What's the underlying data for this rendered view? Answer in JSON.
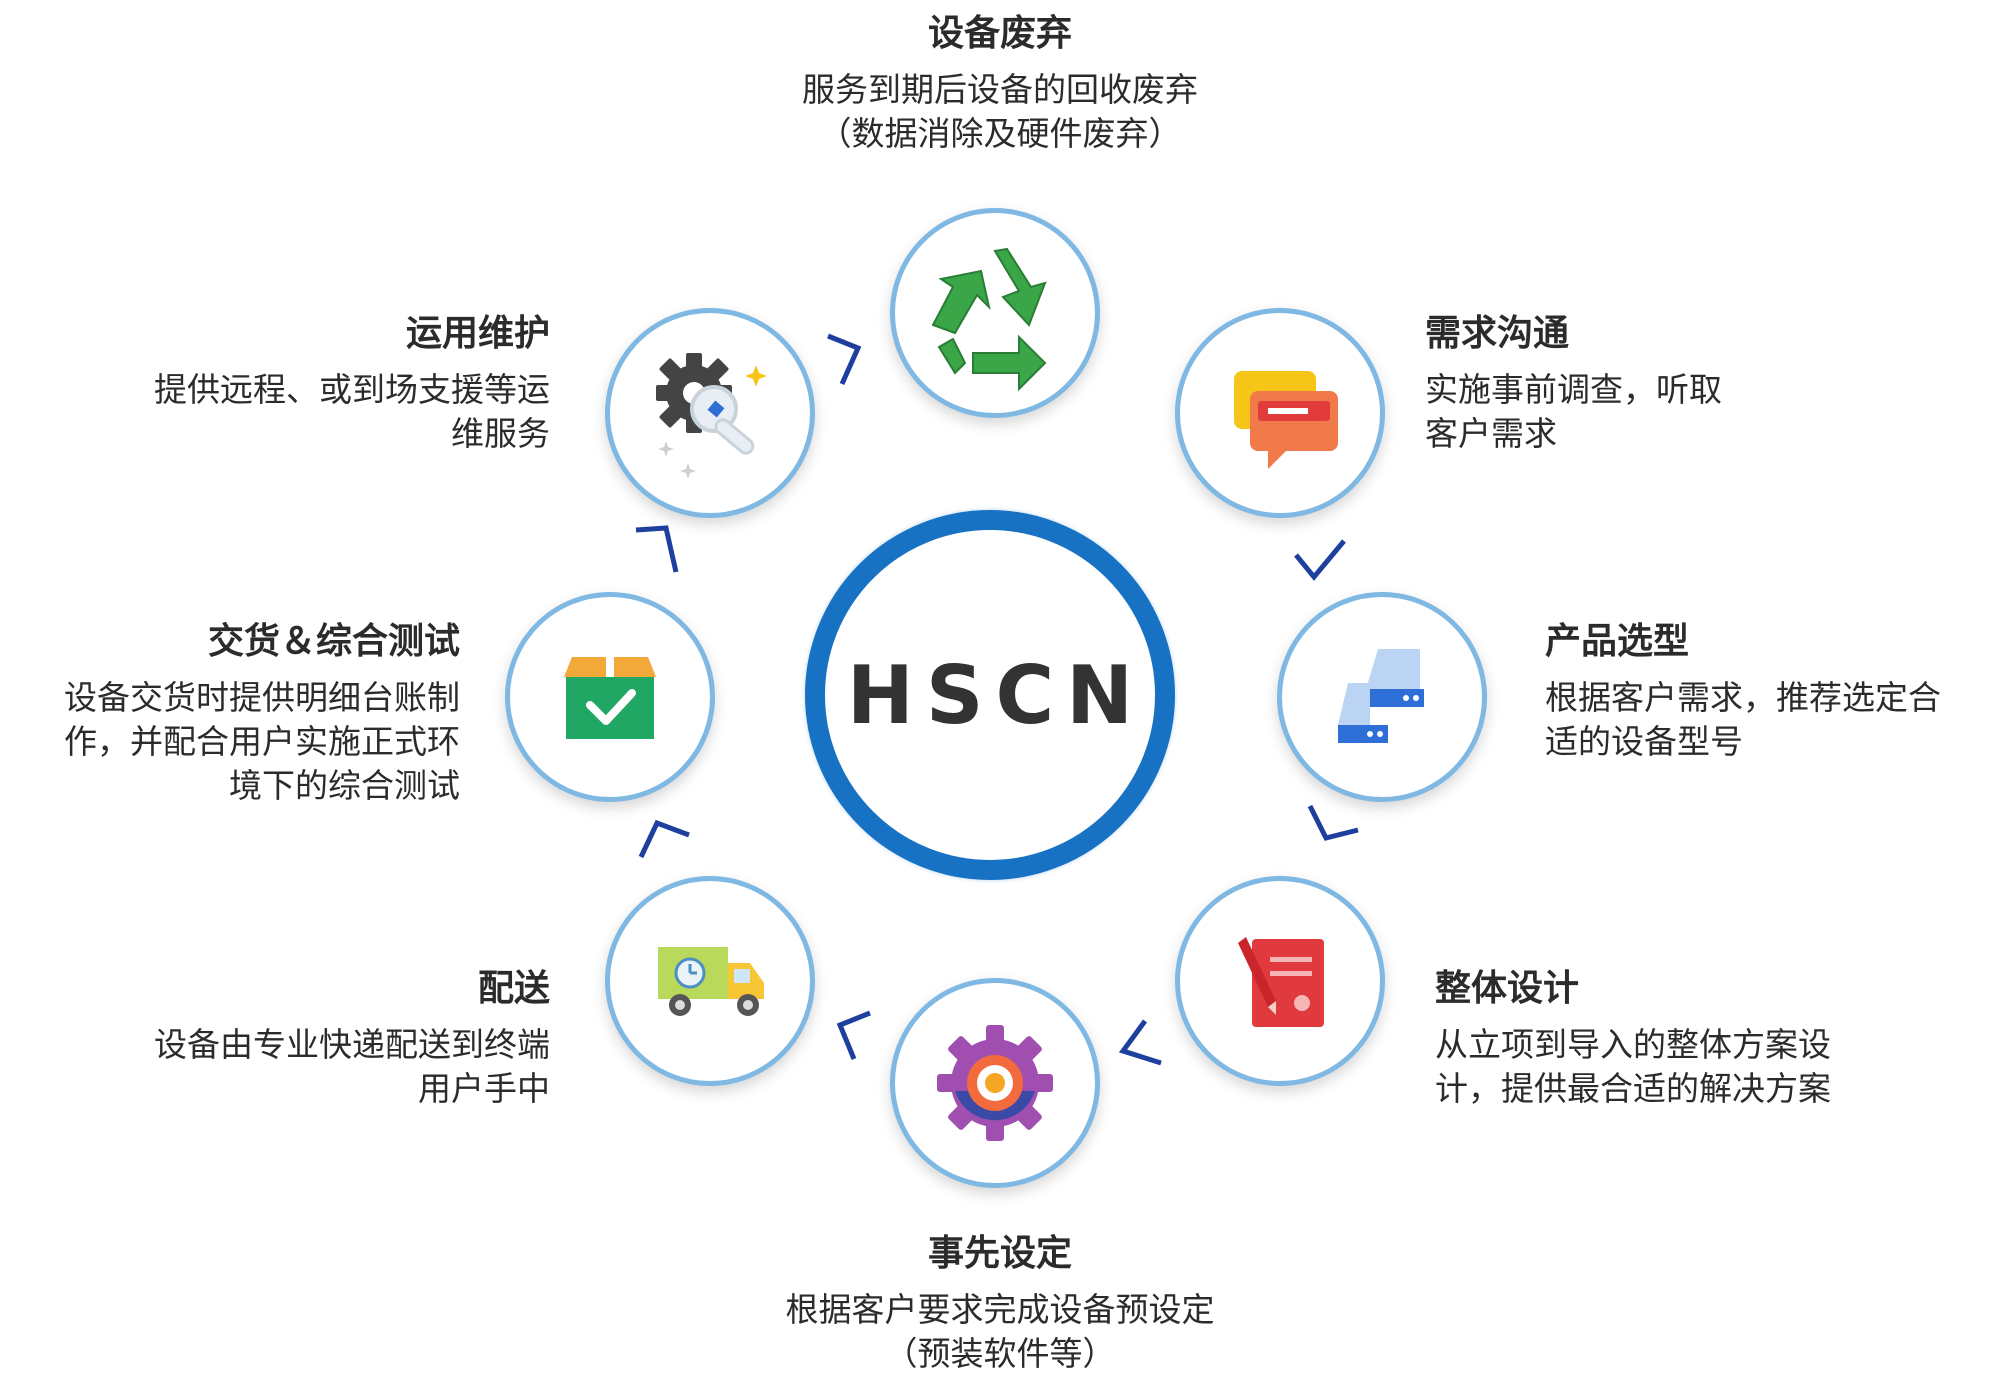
{
  "center": {
    "label": "HSCN"
  },
  "colors": {
    "ring": "#1872c3",
    "node_border": "#7fb8e3",
    "chevron": "#1f3f9e",
    "text": "#2b2b2b"
  },
  "nodes": [
    {
      "id": "disposal",
      "icon": "recycle-icon",
      "title": "设备废弃",
      "desc_lines": [
        "服务到期后设备的回收废弃",
        "（数据消除及硬件废弃）"
      ]
    },
    {
      "id": "demand",
      "icon": "chat-bubbles-icon",
      "title": "需求沟通",
      "desc_lines": [
        "实施事前调查，听取",
        "客户需求"
      ]
    },
    {
      "id": "selection",
      "icon": "server-icon",
      "title": "产品选型",
      "desc_lines": [
        "根据客户需求，推荐选定合",
        "适的设备型号"
      ]
    },
    {
      "id": "design",
      "icon": "certificate-pen-icon",
      "title": "整体设计",
      "desc_lines": [
        "从立项到导入的整体方案设",
        "计，提供最合适的解决方案"
      ]
    },
    {
      "id": "preset",
      "icon": "gear-icon",
      "title": "事先设定",
      "desc_lines": [
        "根据客户要求完成设备预设定",
        "（预装软件等）"
      ]
    },
    {
      "id": "delivery",
      "icon": "delivery-truck-icon",
      "title": "配送",
      "desc_lines": [
        "设备由专业快递配送到终端",
        "用户手中"
      ]
    },
    {
      "id": "testing",
      "icon": "box-check-icon",
      "title": "交货＆综合测试",
      "desc_lines": [
        "设备交货时提供明细台账制",
        "作，并配合用户实施正式环",
        "境下的综合测试"
      ]
    },
    {
      "id": "maintenance",
      "icon": "wrench-gear-icon",
      "title": "运用维护",
      "desc_lines": [
        "提供远程、或到场支援等运",
        "维服务"
      ]
    }
  ]
}
